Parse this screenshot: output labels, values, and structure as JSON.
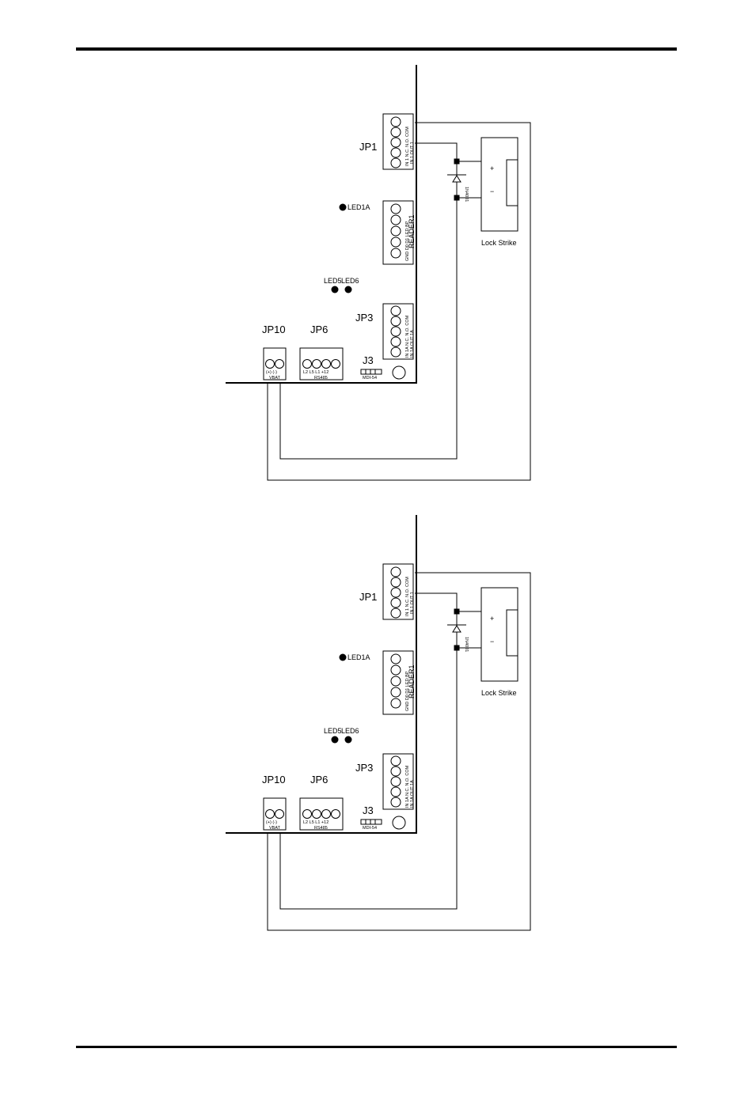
{
  "diagrams": [
    {
      "jp1": "JP1",
      "led1a": "LED1A",
      "led5": "LED5",
      "led6": "LED6",
      "jp3": "JP3",
      "jp10": "JP10",
      "jp6": "JP6",
      "j3": "J3",
      "jp1_pins": "IN 1 N.C. N.O. COM",
      "jp1_out": "IN 1 OUT 1",
      "reader_pins": "GND D0 D1 LED BP",
      "reader_name": "READER1",
      "jp3_pins": "IN 1A N.C. N.O. COM",
      "jp3_out": "IN 1A OUT 1A",
      "jp10_pins": "(+) (-)",
      "jp10_name": "VBAT",
      "jp6_pins": "L2 L5 L1 +12",
      "jp6_name": "RS485",
      "j3_name": "MDI-54",
      "diode": "1N4001",
      "plus": "+",
      "minus": "−",
      "lock": "Lock Strike"
    },
    {
      "jp1": "JP1",
      "led1a": "LED1A",
      "led5": "LED5",
      "led6": "LED6",
      "jp3": "JP3",
      "jp10": "JP10",
      "jp6": "JP6",
      "j3": "J3",
      "jp1_pins": "IN 1 N.C. N.O. COM",
      "jp1_out": "IN 1 OUT 1",
      "reader_pins": "GND D0 D1 LED BP",
      "reader_name": "READER1",
      "jp3_pins": "IN 1A N.C. N.O. COM",
      "jp3_out": "IN 1A OUT 1A",
      "jp10_pins": "(+) (-)",
      "jp10_name": "VBAT",
      "jp6_pins": "L2 L5 L1 +12",
      "jp6_name": "RS485",
      "j3_name": "MDI-54",
      "diode": "1N4001",
      "plus": "+",
      "minus": "−",
      "lock": "Lock Strike"
    }
  ]
}
